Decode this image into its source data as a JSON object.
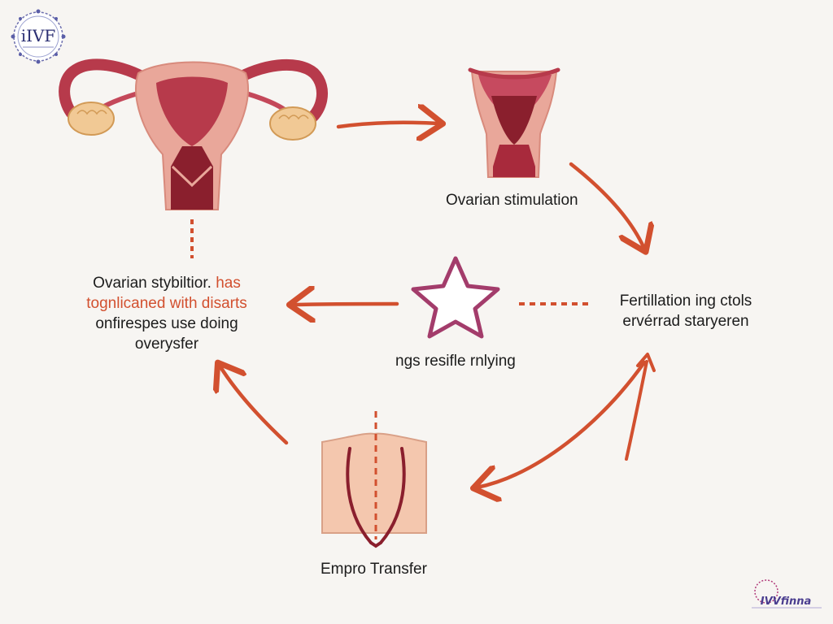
{
  "logo": {
    "text": "iIVF"
  },
  "steps": {
    "top_right_caption": "Ovarian stimulation",
    "left_block": {
      "line1_a": "Ovarian stybiltior.",
      "line1_b": "has",
      "line2": "tognlicaned with disarts",
      "line3": "onfirespes use doing",
      "line4": "overysfer"
    },
    "center_caption": "ngs resifle rnlying",
    "right_block": {
      "line1": "Fertillation ing ctols",
      "line2": "ervérrad staryeren"
    },
    "bottom_caption": "Empro Transfer"
  },
  "watermark": {
    "text": "IVVfinna"
  },
  "colors": {
    "arrow": "#d2502f",
    "uterus_outer": "#e9a79a",
    "uterus_inner": "#b73a4b",
    "uterus_dark": "#8a1f2d",
    "ovary": "#f1c995",
    "star_stroke": "#a33c6b"
  }
}
